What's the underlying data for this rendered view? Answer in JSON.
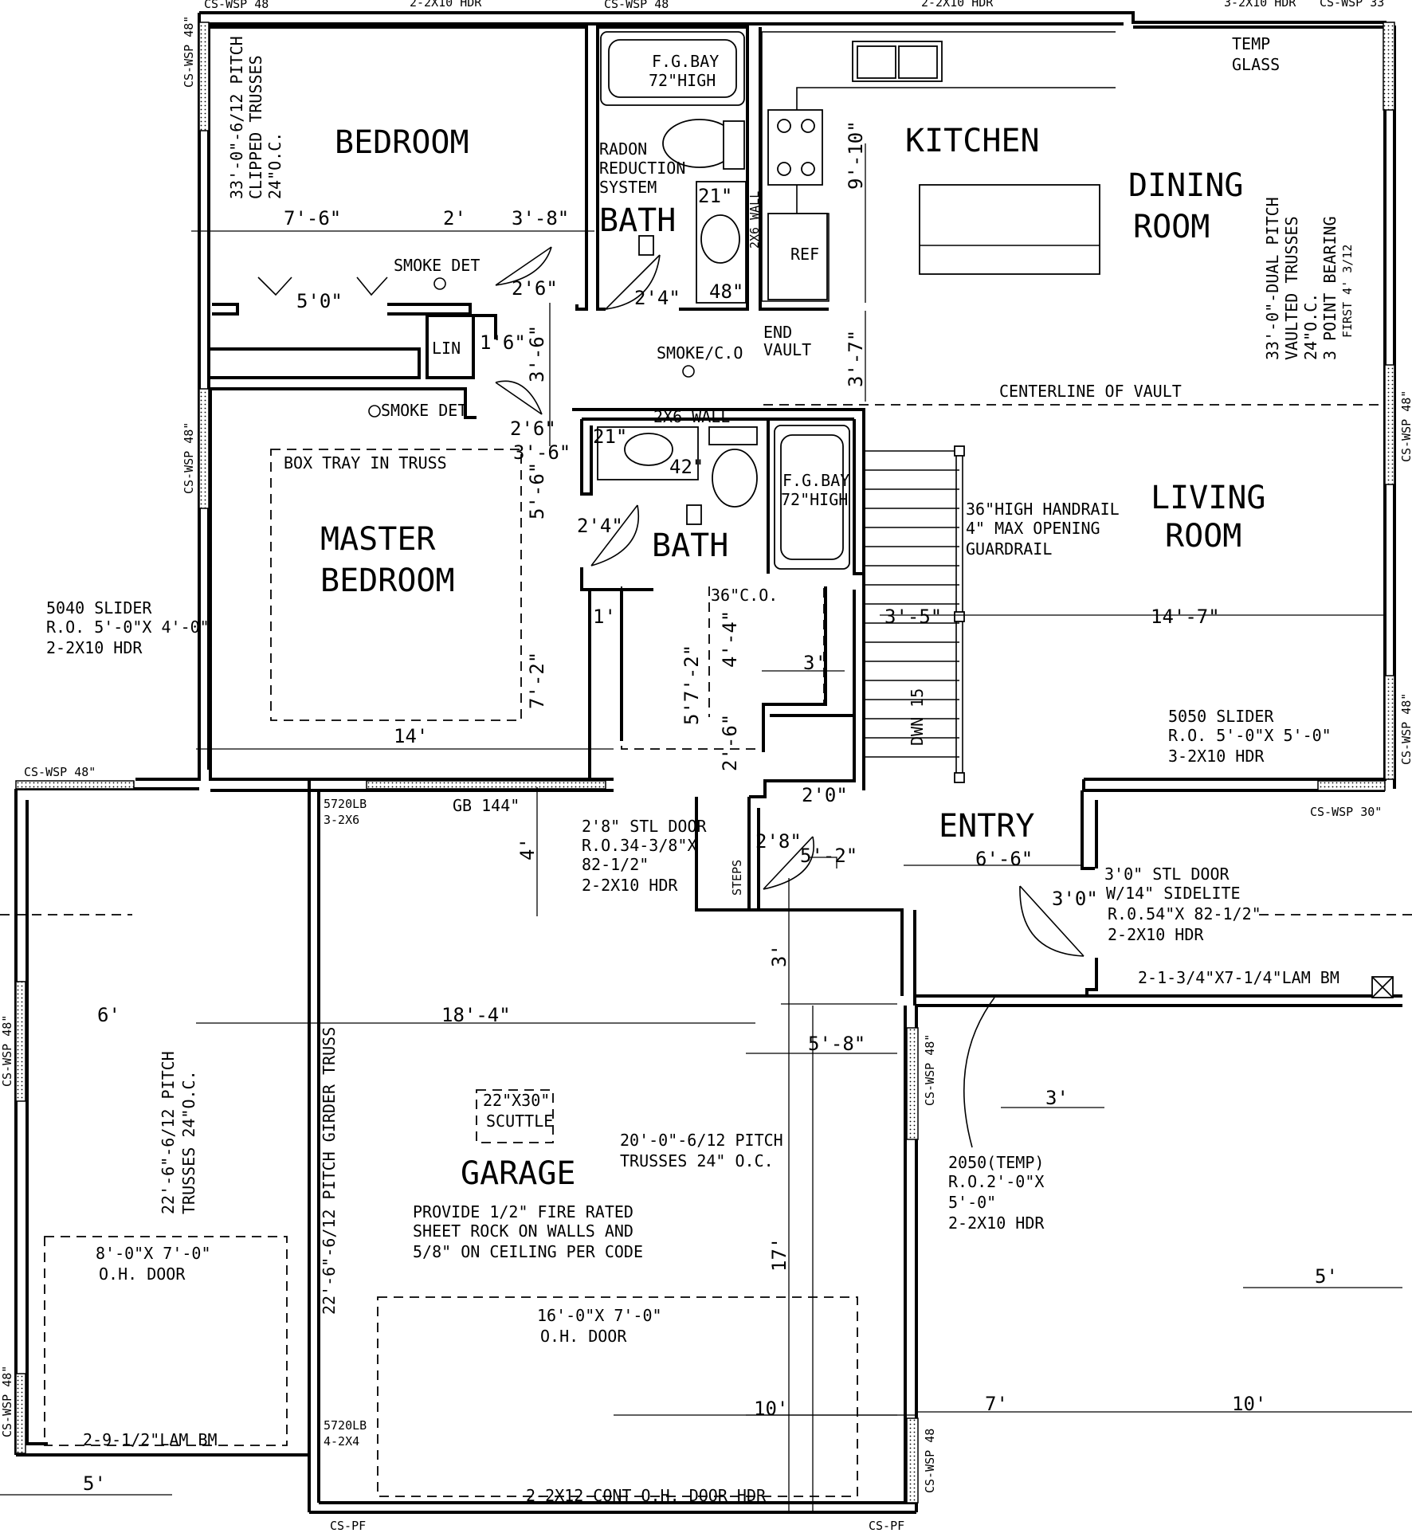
{
  "rooms": {
    "bedroom": "BEDROOM",
    "kitchen": "KITCHEN",
    "dining_1": "DINING",
    "dining_2": "ROOM",
    "bath_upper": "BATH",
    "bath_master": "BATH",
    "master_1": "MASTER",
    "master_2": "BEDROOM",
    "living_1": "LIVING",
    "living_2": "ROOM",
    "entry": "ENTRY",
    "garage": "GARAGE",
    "lin": "LIN",
    "ref": "REF"
  },
  "notes": {
    "fg_bay_1a": "F.G.BAY",
    "fg_bay_1b": "72\"HIGH",
    "fg_bay_2a": "F.G.BAY",
    "fg_bay_2b": "72\"HIGH",
    "radon_1": "RADON",
    "radon_2": "REDUCTION",
    "radon_3": "SYSTEM",
    "temp_glass_1": "TEMP",
    "temp_glass_2": "GLASS",
    "smoke_1": "SMOKE DET",
    "smoke_2": "SMOKE DET",
    "smoke_co": "SMOKE/C.O",
    "end_vault_1": "END",
    "end_vault_2": "VAULT",
    "centerline": "CENTERLINE OF VAULT",
    "wall_2x6_a": "2X6 WALL",
    "wall_2x6_b": "2X6 WALL",
    "box_tray": "BOX TRAY IN TRUSS",
    "handrail_1": "36\"HIGH HANDRAIL",
    "handrail_2": "4\" MAX OPENING",
    "handrail_3": "GUARDRAIL",
    "dwn": "DWN 15",
    "co36": "36\"C.O.",
    "steps": "STEPS",
    "scuttle_1": "22\"X30\"",
    "scuttle_2": "SCUTTLE",
    "fire_1": "PROVIDE 1/2\" FIRE RATED",
    "fire_2": "SHEET ROCK ON WALLS AND",
    "fire_3": "5/8\" ON CEILING PER CODE",
    "gt_1": "20'-0\"-6/12 PITCH",
    "gt_2": "TRUSSES 24\" O.C.",
    "oh_small_1": "8'-0\"X 7'-0\"",
    "oh_small_2": "O.H. DOOR",
    "oh_big_1": "16'-0\"X 7'-0\"",
    "oh_big_2": "O.H. DOOR",
    "lam_bm_1": "2-9-1/2\"LAM BM",
    "lam_bm_2": "2-1-3/4\"X7-1/4\"LAM BM",
    "cont_hdr": "2-2X12 CONT O.H. DOOR HDR",
    "lb_1a": "5720LB",
    "lb_1b": "3-2X6",
    "lb_2a": "5720LB",
    "lb_2b": "4-2X4",
    "gb": "GB 144\"",
    "stl_1": "2'8\" STL DOOR",
    "stl_2": "R.O.34-3/8\"X",
    "stl_3": "82-1/2\"",
    "stl_4": "2-2X10 HDR",
    "stl2_1": "3'0\" STL DOOR",
    "stl2_2": "W/14\" SIDELITE",
    "stl2_3": "R.0.54\"X 82-1/2\"",
    "stl2_4": "2-2X10 HDR",
    "sl5040_1": "5040 SLIDER",
    "sl5040_2": "R.O. 5'-0\"X 4'-0\"",
    "sl5040_3": "2-2X10 HDR",
    "sl5050_1": "5050 SLIDER",
    "sl5050_2": "R.O. 5'-0\"X 5'-0\"",
    "sl5050_3": "3-2X10 HDR",
    "w2050_1": "2050(TEMP)",
    "w2050_2": "R.O.2'-0\"X",
    "w2050_3": "5'-0\"",
    "w2050_4": "2-2X10 HDR",
    "truss_bed_1": "33'-0\"-6/12 PITCH",
    "truss_bed_2": "CLIPPED TRUSSES",
    "truss_bed_3": "24\"O.C.",
    "truss_liv_1": "33'-0\"-DUAL PITCH",
    "truss_liv_2": "VAULTED TRUSSES",
    "truss_liv_3": "24\"O.C.",
    "truss_liv_4": "3 POINT BEARING",
    "truss_liv_5": "FIRST 4' 3/12",
    "truss_gar_1": "22'-6\"-6/12 PITCH",
    "truss_gar_2": "TRUSSES 24\"O.C.",
    "girder": "22'-6\"-6/12 PITCH GIRDER TRUSS"
  },
  "wall_tags": {
    "top_1": "CS-WSP 48",
    "top_2": "2-2X10 HDR",
    "top_3": "CS-WSP 48",
    "top_4": "2-2X10 HDR",
    "top_5": "3-2X10 HDR",
    "top_6": "CS-WSP 33",
    "left_1": "CS-WSP 48\"",
    "left_2": "CS-WSP 48\"",
    "left_3": "CS-WSP 48\"",
    "left_4": "CS-WSP 48\"",
    "left_5": "CS-WSP 48\"",
    "right_1": "CS-WSP 48\"",
    "right_2": "CS-WSP 48\"",
    "right_3": "CS-WSP 30\"",
    "mid_1": "CS-WSP 48\"",
    "mid_2": "CS-WSP 48",
    "bot_1": "CS-PF",
    "bot_2": "CS-PF"
  },
  "dims": {
    "d7_6": "7'-6\"",
    "d2": "2'",
    "d3_8": "3'-8\"",
    "d5_0": "5'0\"",
    "d2_6a": "2'6\"",
    "d2_4a": "2'4\"",
    "d21a": "21\"",
    "d48": "48\"",
    "d9_10": "9'-10\"",
    "d1_6": "1'6\"",
    "d3_6": "3'-6\"",
    "d3_7": "3'-7\"",
    "d2_6b": "2'6\"",
    "d3_6b": "3'-6\"",
    "d21b": "21\"",
    "d42": "42\"",
    "d5_6": "5'-6\"",
    "d2_4b": "2'4\"",
    "d1": "1'",
    "d4_4": "4'-4\"",
    "d3a": "3'",
    "d3_5": "3'-5\"",
    "d14_7": "14'-7\"",
    "d5_7_2": "5'7'-2\"",
    "d7_2": "7'-2\"",
    "d2_6c": "2'-6\"",
    "d14": "14'",
    "d2_0": "2'0\"",
    "d2_8": "2'8\"",
    "d5_2": "5'-2\"",
    "d6_6": "6'-6\"",
    "d3_0": "3'0\"",
    "d4": "4'",
    "d3b": "3'",
    "d6": "6'",
    "d18_4": "18'-4\"",
    "d5_8": "5'-8\"",
    "d3c": "3'",
    "d17": "17'",
    "d5a": "5'",
    "d7": "7'",
    "d10a": "10'",
    "d10b": "10'",
    "d5b": "5'"
  }
}
